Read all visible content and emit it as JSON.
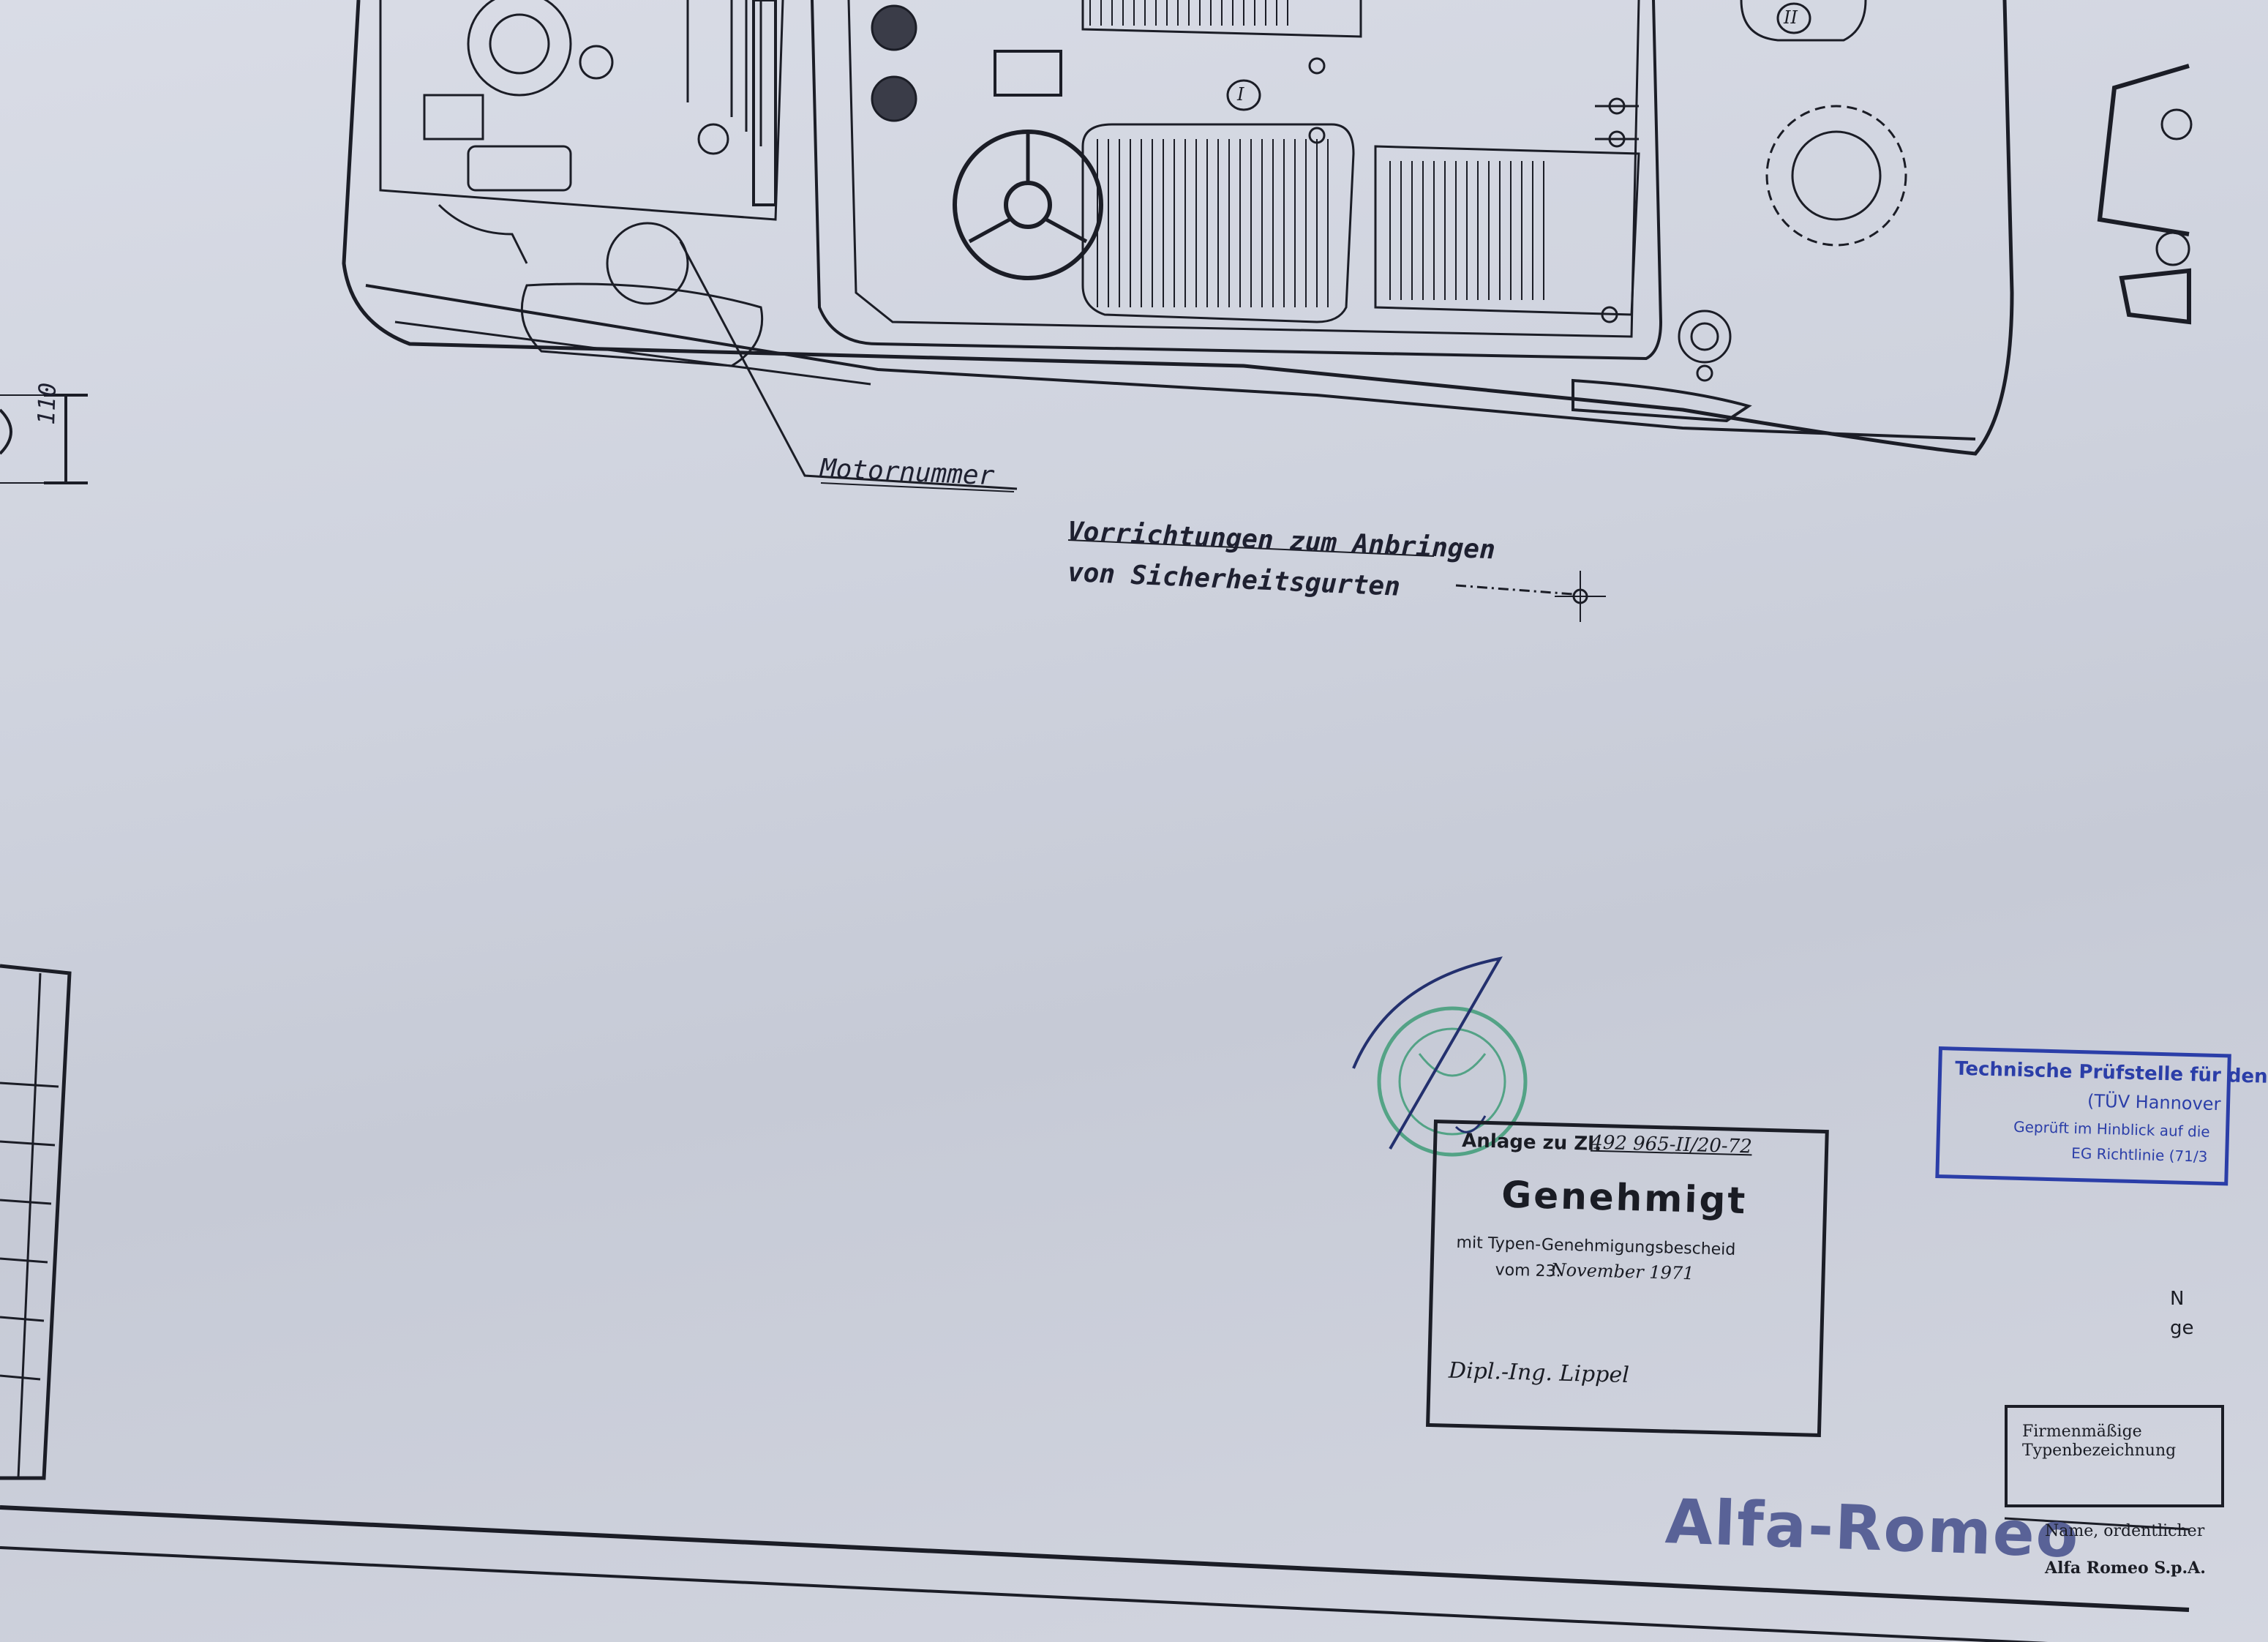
{
  "drawing": {
    "motor_label": "Motornummer",
    "belt_label_line1": "Vorrichtungen zum Anbringen",
    "belt_label_line2": "von Sicherheitsgurten",
    "dimension": "110",
    "seat_marker_1": "I",
    "seat_marker_2": "II"
  },
  "approval_stamp": {
    "anlage_label": "Anlage zu Zl.",
    "anlage_value": "492 965-II/20-72",
    "title": "Genehmigt",
    "line1": "mit Typen-Genehmigungsbescheid",
    "vom": "vom 23.",
    "date_handwritten": "November 1971",
    "signature": "Dipl.-Ing. Lippel"
  },
  "tuv_stamp": {
    "line1": "Technische Prüfstelle für den",
    "line2": "(TÜV Hannover",
    "line3": "Geprüft im Hinblick auf die",
    "line4": "EG Richtlinie (71/3"
  },
  "firm_box": {
    "label": "Firmenmäßige Typenbezeichnung"
  },
  "footer": {
    "name_label": "Name, ordentlicher",
    "company_small": "Alfa Romeo S.p.A.",
    "company_stamp": "Alfa-Romeo"
  },
  "edge_text": {
    "a": "N",
    "b": "ge"
  },
  "colors": {
    "paper": "#d3d6e0",
    "ink": "#1b1d26",
    "tuv_blue": "#2b3ea8",
    "green_seal": "#3f9c78",
    "alfa_stamp": "#4d5690"
  }
}
